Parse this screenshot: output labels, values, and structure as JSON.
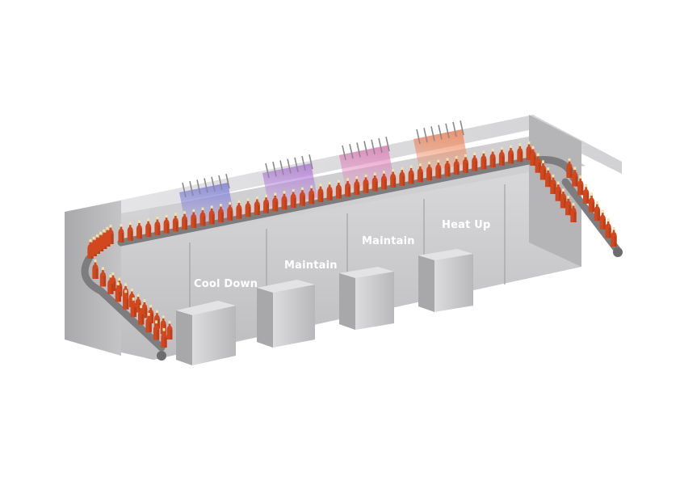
{
  "diagram": {
    "zones": [
      {
        "key": "cool_down",
        "label": "Cool Down",
        "spray_color": "#7f7fd8"
      },
      {
        "key": "maintain_1",
        "label": "Maintain",
        "spray_color": "#b07ad8"
      },
      {
        "key": "maintain_2",
        "label": "Maintain",
        "spray_color": "#e07fb8"
      },
      {
        "key": "heat_up",
        "label": "Heat Up",
        "spray_color": "#f08a60"
      }
    ],
    "colors": {
      "bottle": "#d2481e",
      "bottle_shadow": "#a8340f",
      "bottle_cap": "#f2e3a4",
      "housing": "#c9c9cb",
      "housing_dark": "#9a9a9d",
      "conveyor": "#7d7d80"
    }
  }
}
